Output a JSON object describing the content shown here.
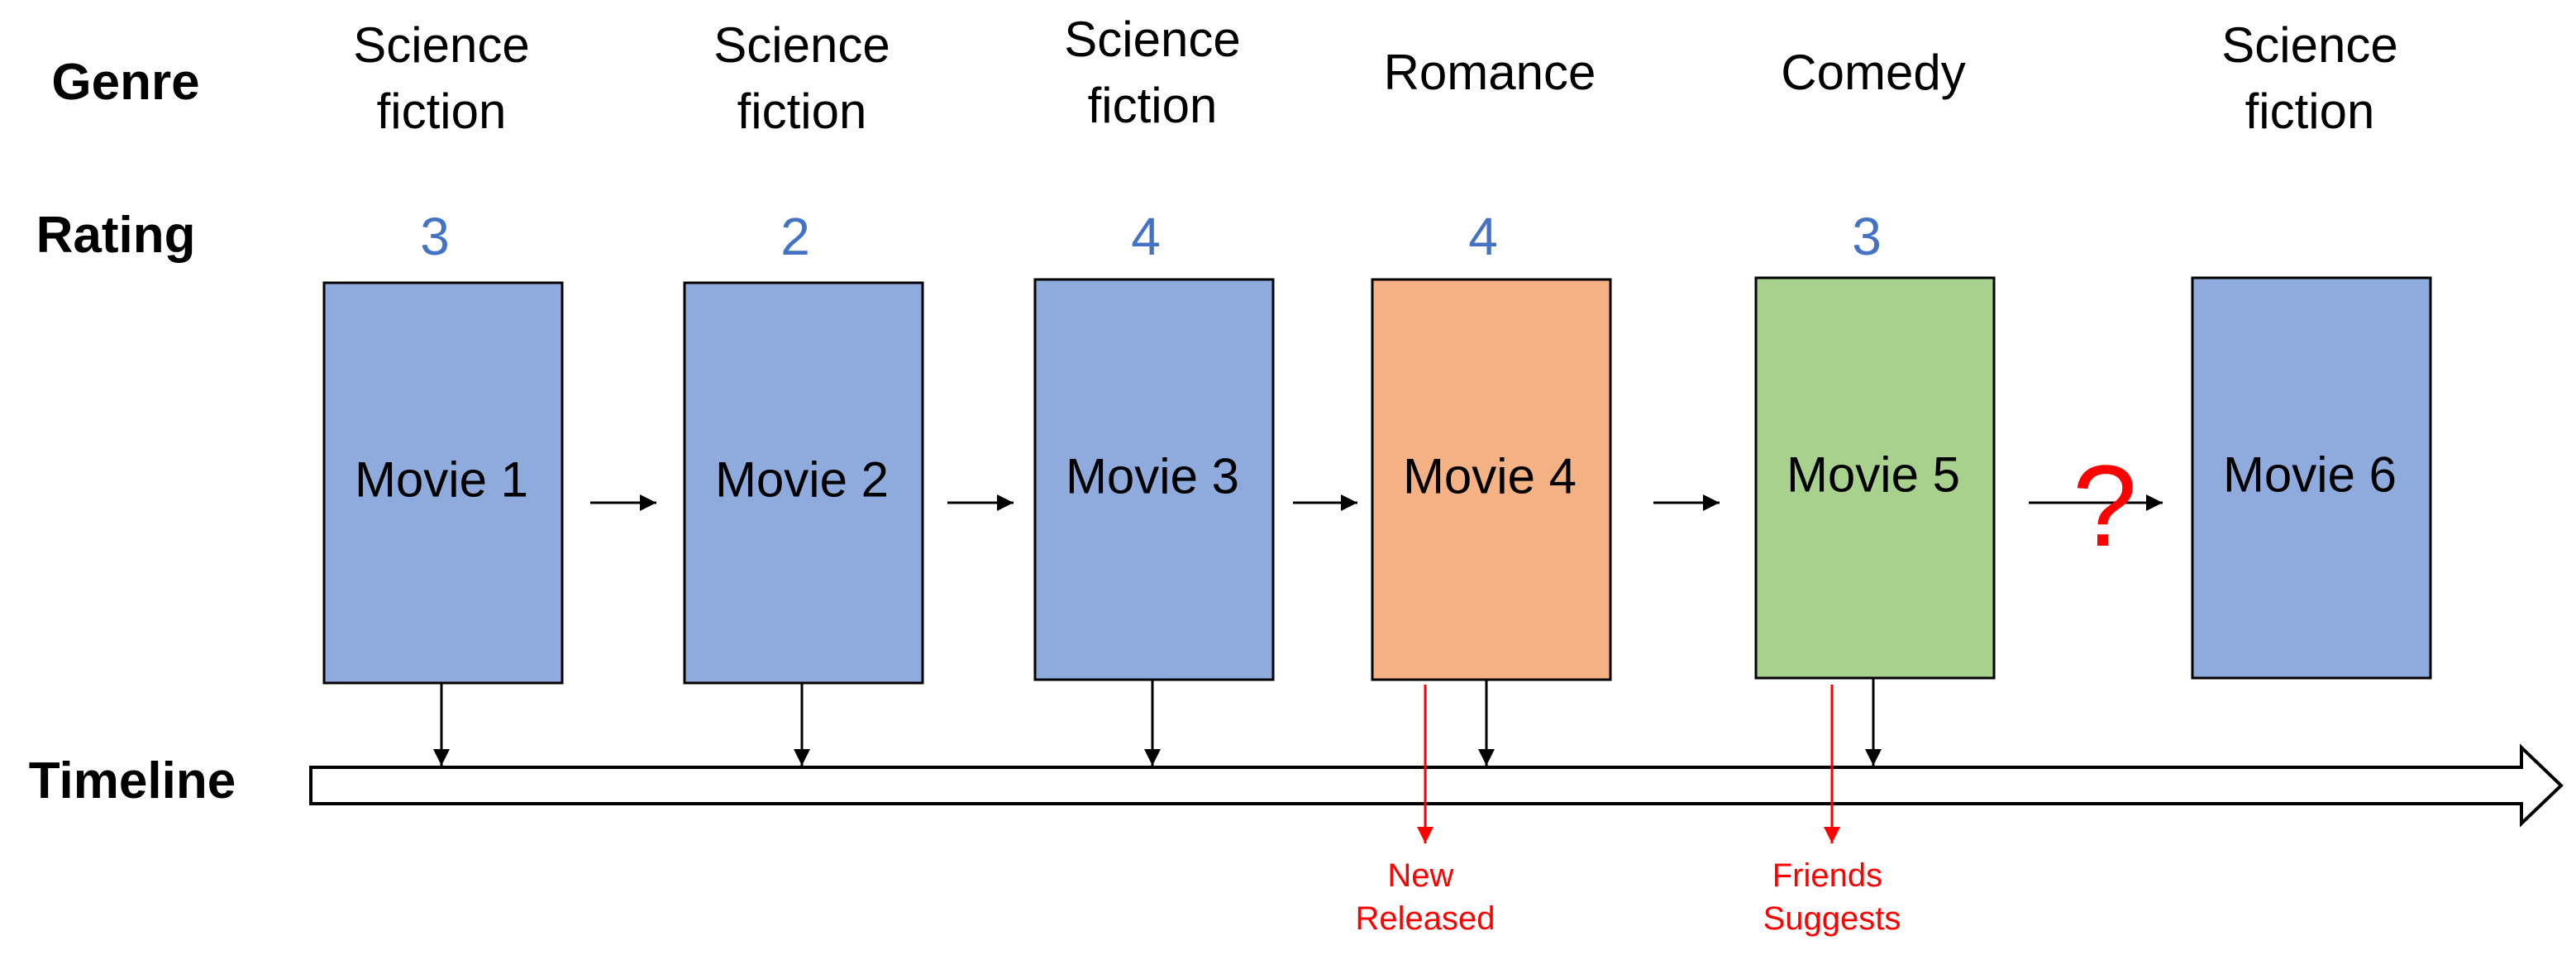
{
  "labels": {
    "genre": "Genre",
    "rating": "Rating",
    "timeline": "Timeline"
  },
  "colors": {
    "science_fiction": "#8FAADC",
    "romance": "#F4B183",
    "comedy": "#A9D18E",
    "rating": "#4472C4",
    "highlight": "#FF0000",
    "outline": "#000000"
  },
  "movies": [
    {
      "title": "Movie 1",
      "genre": [
        "Science",
        "fiction"
      ],
      "rating": "3",
      "genre_key": "science_fiction"
    },
    {
      "title": "Movie 2",
      "genre": [
        "Science",
        "fiction"
      ],
      "rating": "2",
      "genre_key": "science_fiction"
    },
    {
      "title": "Movie 3",
      "genre": [
        "Science",
        "fiction"
      ],
      "rating": "4",
      "genre_key": "science_fiction"
    },
    {
      "title": "Movie 4",
      "genre": [
        "Romance"
      ],
      "rating": "4",
      "genre_key": "romance"
    },
    {
      "title": "Movie 5",
      "genre": [
        "Comedy"
      ],
      "rating": "3",
      "genre_key": "comedy"
    },
    {
      "title": "Movie 6",
      "genre": [
        "Science",
        "fiction"
      ],
      "rating": "",
      "genre_key": "science_fiction"
    }
  ],
  "unknown_marker": "?",
  "annotations": [
    {
      "lines": [
        "New",
        "Released"
      ]
    },
    {
      "lines": [
        "Friends",
        "Suggests"
      ]
    }
  ]
}
